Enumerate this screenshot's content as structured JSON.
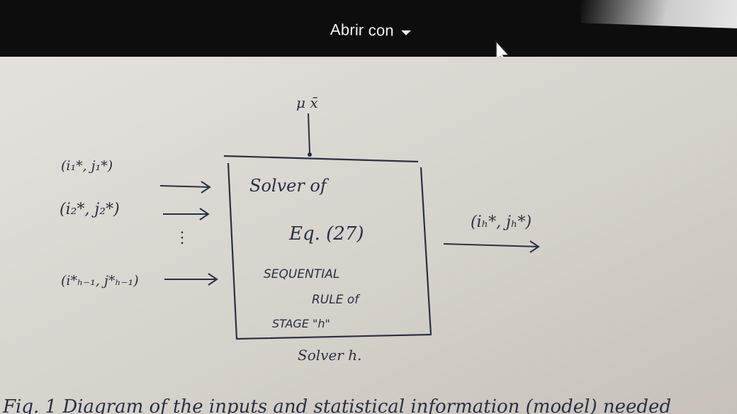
{
  "viewer": {
    "open_with_label": "Abrir con",
    "open_with_icon": "chevron-down-icon",
    "cursor_icon": "mouse-pointer-icon"
  },
  "sketch": {
    "top_input": "μ x̄",
    "inputs": [
      "(i₁*, j₁*)",
      "(i₂*, j₂*)",
      "⋮",
      "(i*ₕ₋₁, j*ₕ₋₁)"
    ],
    "box_lines": [
      "Solver of",
      "Eq. (27)",
      "SEQUENTIAL",
      "RULE of",
      "STAGE  \"h\""
    ],
    "box_caption": "Solver h.",
    "output": "(iₕ*, jₕ*)",
    "figure_caption": "Fig. 1  Diagram of the inputs and statistical information (model) needed"
  }
}
